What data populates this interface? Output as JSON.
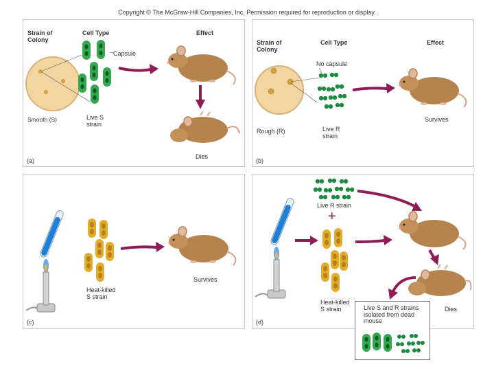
{
  "copyright": "Copyright © The McGraw-Hill Companies, Inc. Permission required for reproduction or display.",
  "headers": {
    "strain_of_colony": [
      "Strain of",
      "Colony"
    ],
    "cell_type": "Cell Type",
    "effect": "Effect"
  },
  "panel_a": {
    "letter": "(a)",
    "capsule": "Capsule",
    "colony": "Smooth (S)",
    "cells": [
      "Live S",
      "strain"
    ],
    "outcome": "Dies"
  },
  "panel_b": {
    "letter": "(b)",
    "no_capsule": "No capsule",
    "colony": "Rough (R)",
    "cells": [
      "Live R",
      "strain"
    ],
    "outcome": "Survives"
  },
  "panel_c": {
    "letter": "(c)",
    "cells": [
      "Heat-killed",
      "S strain"
    ],
    "outcome": "Survives"
  },
  "panel_d": {
    "letter": "(d)",
    "live_r": "Live R strain",
    "plus": "+",
    "heat_killed": [
      "Heat-killed",
      "S strain"
    ],
    "outcome": "Dies",
    "isolated": [
      "Live S and R strains",
      "isolated from dead",
      "mouse"
    ]
  },
  "colors": {
    "arrow": "#8e1d55",
    "s_cell": "#2fa24a",
    "r_cell": "#1c8a3f",
    "heat_killed_cell": "#d9a425",
    "plate": "#f4d7a6",
    "mouse": "#b5844e"
  }
}
